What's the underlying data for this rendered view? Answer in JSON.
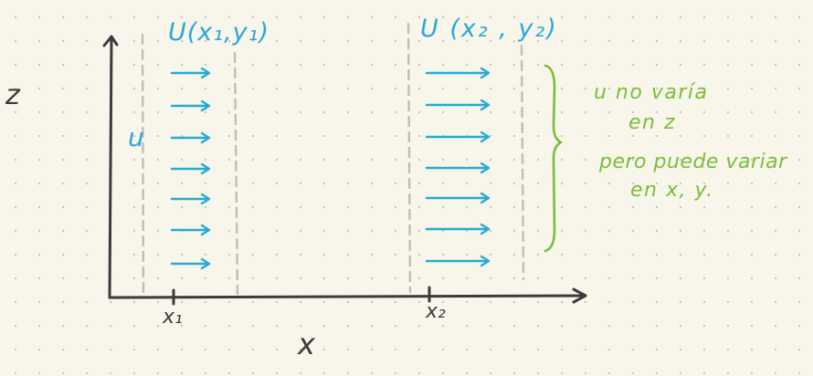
{
  "labels": {
    "z_axis": "z",
    "x_axis": "x",
    "x1_tick": "x₁",
    "x2_tick": "x₂",
    "u_left": "u",
    "title_1": "U(x₁,y₁)",
    "title_2": "U (x₂ , y₂)"
  },
  "note": {
    "line1": "u no varía",
    "line2": "en z",
    "line3": "pero puede variar",
    "line4": "en x, y."
  },
  "colors": {
    "ink_blue": "#29a9d6",
    "ink_dark": "#3b3b3b",
    "ink_green": "#79bf3a",
    "guide_gray": "#bdbdbd",
    "paper": "#f8f5ea"
  }
}
